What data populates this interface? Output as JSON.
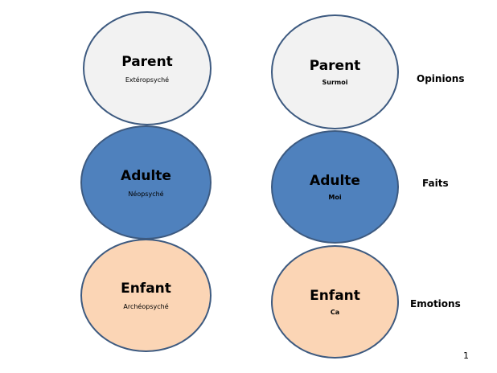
{
  "left": [
    {
      "title": "Parent",
      "subtitle": "Extéropsyché"
    },
    {
      "title": "Adulte",
      "subtitle": "Néopsyché"
    },
    {
      "title": "Enfant",
      "subtitle": "Archéopsyché"
    }
  ],
  "right": [
    {
      "title": "Parent",
      "subtitle": "Surmoi",
      "label": "Opinions"
    },
    {
      "title": "Adulte",
      "subtitle": "Moi",
      "label": "Faits"
    },
    {
      "title": "Enfant",
      "subtitle": "Ca",
      "label": "Emotions"
    }
  ],
  "colors": {
    "parent": "#f2f2f2",
    "adult": "#4f81bd",
    "enfant": "#fbd5b5",
    "border": "#3d5a80"
  },
  "page_number": "1"
}
